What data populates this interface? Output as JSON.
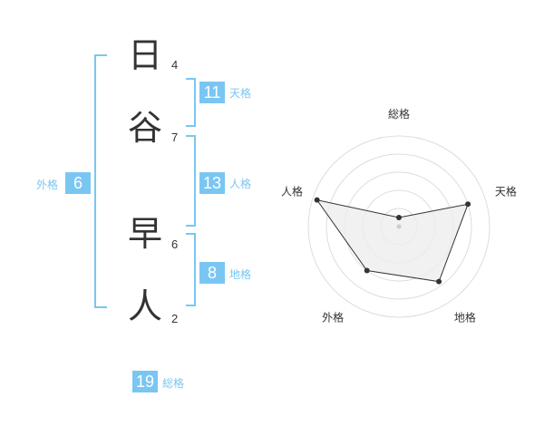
{
  "name": {
    "chars": [
      {
        "char": "日",
        "strokes": "4"
      },
      {
        "char": "谷",
        "strokes": "7"
      },
      {
        "char": "早",
        "strokes": "6"
      },
      {
        "char": "人",
        "strokes": "2"
      }
    ]
  },
  "scores": {
    "tenkaku": {
      "value": "11",
      "label": "天格"
    },
    "jinkaku": {
      "value": "13",
      "label": "人格"
    },
    "chikaku": {
      "value": "8",
      "label": "地格"
    },
    "gaikaku": {
      "value": "6",
      "label": "外格"
    },
    "soukaku": {
      "value": "19",
      "label": "総格"
    }
  },
  "radar": {
    "axes": [
      "総格",
      "天格",
      "地格",
      "外格",
      "人格"
    ],
    "levels": [
      0.1,
      0.8,
      0.75,
      0.6,
      0.95
    ],
    "colors": {
      "grid": "#dddddd",
      "fill": "#eeeeee",
      "line": "#333333",
      "point": "#333333"
    }
  },
  "colors": {
    "accent": "#7ac6f3",
    "text": "#333333"
  }
}
